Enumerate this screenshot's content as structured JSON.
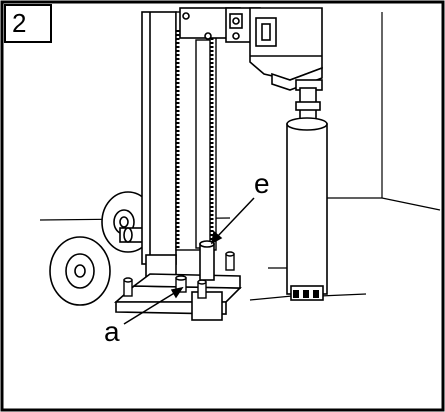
{
  "step_number": "2",
  "callouts": {
    "e": "e",
    "a": "a"
  },
  "colors": {
    "line": "#000000",
    "background": "#ffffff"
  }
}
